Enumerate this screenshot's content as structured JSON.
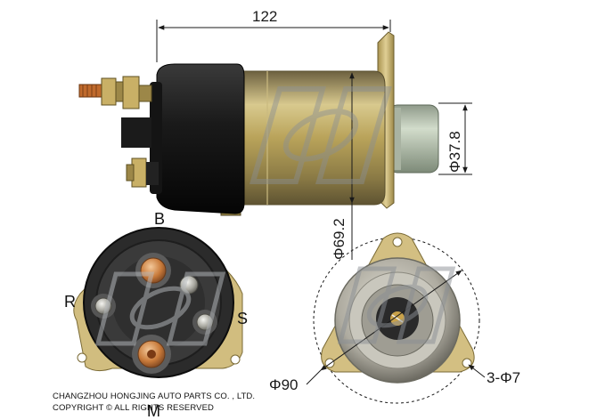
{
  "dimensions": {
    "length": "122",
    "plunger_diameter": "Φ37.8",
    "body_diameter": "Φ69.2",
    "flange_diameter": "Φ90",
    "mounting_holes": "3-Φ7"
  },
  "terminals": {
    "b": "B",
    "r": "R",
    "s": "S",
    "m": "M"
  },
  "footer": {
    "company": "CHANGZHOU HONGJING AUTO PARTS CO. , LTD.",
    "copyright": "COPYRIGHT © ALL RIGHTS RESERVED"
  },
  "colors": {
    "cap": "#1c1c1c",
    "body_gold": "#b9a35a",
    "flange": "#cdb777",
    "plunger": "#b7c2b0",
    "copper": "#c87a3a",
    "watermark": "#8a8f94"
  }
}
